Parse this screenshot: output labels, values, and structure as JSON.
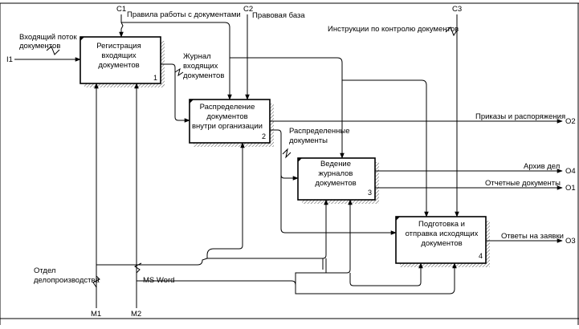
{
  "boxes": [
    {
      "number": "1",
      "lines": [
        "Регистрация",
        "входящих",
        "документов"
      ]
    },
    {
      "number": "2",
      "lines": [
        "Распределение",
        "документов",
        "внутри организации"
      ]
    },
    {
      "number": "3",
      "lines": [
        "Ведение",
        "журналов",
        "документов"
      ]
    },
    {
      "number": "4",
      "lines": [
        "Подготовка и",
        "отправка исходящих",
        "документов"
      ]
    }
  ],
  "controls": {
    "c1": {
      "code": "C1",
      "label": "Правила работы с документами"
    },
    "c2": {
      "code": "C2",
      "label": "Правовая база"
    },
    "c3": {
      "code": "C3",
      "label": "Инструкции по контролю документов"
    }
  },
  "input": {
    "code": "I1",
    "label_line1": "Входящий поток",
    "label_line2": "документов"
  },
  "mechanisms": {
    "m1": {
      "code": "M1",
      "label_line1": "Отдел",
      "label_line2": "делопроизводства"
    },
    "m2": {
      "code": "M2",
      "label": "MS Word"
    }
  },
  "internal_arrows": {
    "journal_line1": "Журнал",
    "journal_line2": "входящих",
    "journal_line3": "документов",
    "distributed_line1": "Распределенные",
    "distributed_line2": "документы"
  },
  "outputs": {
    "o2": {
      "code": "O2",
      "label": "Приказы и распоряжения"
    },
    "o4": {
      "code": "O4",
      "label": "Архив дел"
    },
    "o1": {
      "code": "O1",
      "label": "Отчетные документы"
    },
    "o3": {
      "code": "O3",
      "label": "Ответы на заявки"
    }
  }
}
